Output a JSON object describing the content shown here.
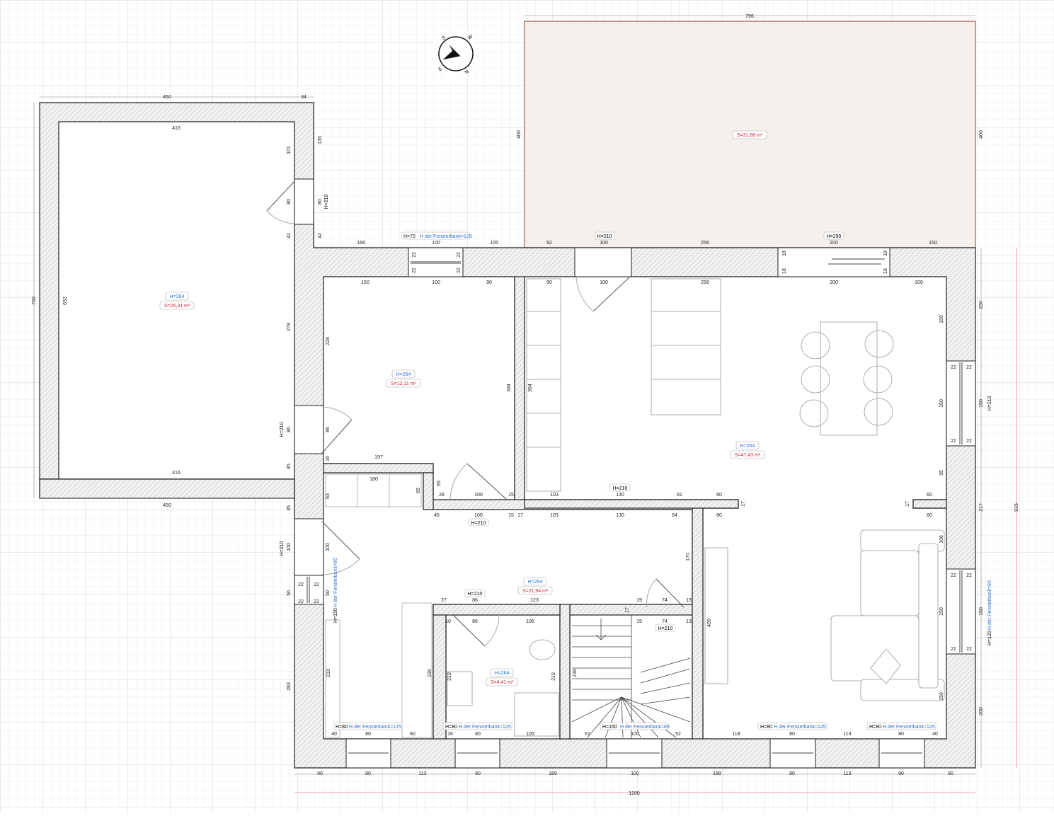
{
  "colors": {
    "grid_minor": "#ececec",
    "grid_major": "#d8d8d8",
    "wall_fill": "#e6e6e6",
    "wall_stroke": "#222222",
    "height_text": "#2a6fd6",
    "area_text": "#d9243c",
    "terrace_fill": "#f6f0ec",
    "terrace_stroke": "#a0624a",
    "overall_dim": "#e04a64"
  },
  "compass": {
    "letters": [
      "S",
      "W",
      "N",
      "E"
    ]
  },
  "rooms": [
    {
      "id": "left-room",
      "height": "H=264",
      "area": "S=26,31 m²"
    },
    {
      "id": "terrace",
      "area": "S=31,88 m²"
    },
    {
      "id": "middle-room",
      "height": "H=264",
      "area": "S=12,11 m²"
    },
    {
      "id": "living-room",
      "height": "H=264",
      "area": "S=47,43 m²"
    },
    {
      "id": "hallway",
      "height": "H=264",
      "area": "S=21,94 m²"
    },
    {
      "id": "bathroom",
      "height": "H=264",
      "area": "S=4,41 m²"
    }
  ],
  "openings": {
    "top_window_a": {
      "h": "H=75",
      "sill": "H der Fensterbank=125"
    },
    "top_door": "H=210",
    "top_slider": "H=250",
    "left_door_top": "H=210",
    "left_door_mid": "H=210",
    "left_door_low": "H=210",
    "left_window_side": {
      "h": "H=150",
      "sill": "H der Fensterbank=85"
    },
    "inner_door_a": "H=210",
    "inner_door_b": "H=210",
    "bath_door": "H=210",
    "stair_door": "H=210",
    "right_window_a": "H=210",
    "right_window_b": {
      "h": "H=120",
      "sill": "H der Fensterbank=90"
    },
    "bottom_windows": [
      {
        "h": "H=80",
        "sill": "H der Fensterbank=125"
      },
      {
        "h": "H=80",
        "sill": "H der Fensterbank=125"
      },
      {
        "h": "H=150",
        "sill": "H der Fensterbank=85"
      },
      {
        "h": "H=80",
        "sill": "H der Fensterbank=125"
      },
      {
        "h": "H=80",
        "sill": "H der Fensterbank=125"
      }
    ]
  },
  "dimensions": {
    "terrace_width": "796",
    "terrace_height_l": "400",
    "terrace_height_r": "400",
    "left_outer_w": "450",
    "left_top_step": "34",
    "left_inner_w": "416",
    "left_inner_w_bottom": "416",
    "left_outer_w_bottom": "450",
    "left_outer_h": "700",
    "left_inner_h": "632",
    "left_r_101": "101",
    "left_r_135": "135",
    "left_door_80a": "80",
    "left_door_80b": "80",
    "left_r_42a": "42",
    "left_r_42b": "42",
    "left_r_278": "278",
    "left_door2_86": "86",
    "left_door2_86b": "86",
    "left_r_45": "45",
    "left_r_35": "35",
    "left_door3_100": "100",
    "left_door3_100b": "100",
    "left_win_50": "50",
    "left_win_50b": "50",
    "left_r_283": "283",
    "top_166": "166",
    "top_100a": "100",
    "top_105": "105",
    "top_92": "92",
    "top_100b": "100",
    "top_256": "256",
    "top_200": "200",
    "top_150": "150",
    "mid_150": "150",
    "mid_100": "100",
    "mid_90": "90",
    "mid_228": "228",
    "mid_394": "394",
    "liv_90": "90",
    "liv_100": "100",
    "liv_256": "256",
    "liv_200": "200",
    "liv_100b": "100",
    "liv_394": "394",
    "liv_150a": "150",
    "liv_150b": "150",
    "liv_95": "95",
    "liv_60a": "60",
    "liv_60b": "60",
    "liv_17a": "17",
    "liv_17b": "17",
    "liv_405": "405",
    "liv_106": "106",
    "liv_150c": "150",
    "liv_150d": "150",
    "right_200a": "200",
    "right_150": "150",
    "right_217": "217",
    "right_150b": "150",
    "right_200b": "200",
    "overall_915": "915",
    "overall_1200": "1200",
    "hall_197": "197",
    "hall_16": "16",
    "hall_180": "180",
    "hall_63": "63",
    "hall_65": "65",
    "hall_65b": "65",
    "hall_28": "28",
    "hall_100": "100",
    "hall_15": "15",
    "hall_45": "45",
    "hall_100b": "100",
    "hall_15b": "15",
    "hall_17": "17",
    "div_103a": "103",
    "div_130a": "130",
    "div_81": "81",
    "div_60": "60",
    "div_103b": "103",
    "div_130b": "130",
    "div_64": "64",
    "div_60b": "60",
    "hall_100c": "100",
    "hall_170": "170",
    "bath_27": "27",
    "bath_86": "86",
    "bath_123": "123",
    "bath_10": "10",
    "bath_86b": "86",
    "bath_106": "106",
    "bath_219a": "219",
    "bath_219b": "219",
    "bath_236": "236",
    "bath_236b": "236",
    "hall_233": "233",
    "stair_19a": "19",
    "stair_74a": "74",
    "stair_13a": "13",
    "stair_19b": "19",
    "stair_74b": "74",
    "stair_13b": "13",
    "stair_17": "17",
    "bot_in": [
      "40",
      "80",
      "80",
      "16",
      "80",
      "105",
      "67",
      "100",
      "52",
      "118",
      "80",
      "113",
      "80",
      "40"
    ],
    "bot_out": [
      "90",
      "80",
      "113",
      "80",
      "189",
      "100",
      "188",
      "80",
      "113",
      "80",
      "90"
    ],
    "win_22": "22",
    "win_18": "18"
  }
}
